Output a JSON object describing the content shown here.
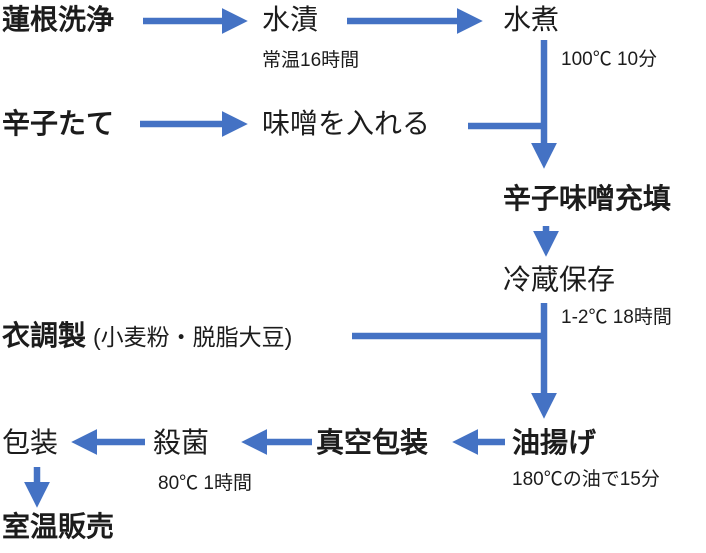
{
  "diagram": {
    "accent_color": "#4472C4",
    "nodes": {
      "renkon_senjo": {
        "label": "蓮根洗浄"
      },
      "mizuzuke": {
        "label": "水漬",
        "note": "常温16時間"
      },
      "suini": {
        "label": "水煮",
        "note": "100℃ 10分"
      },
      "karashitate": {
        "label": "辛子たて"
      },
      "miso_ireru": {
        "label": "味噌を入れる"
      },
      "karashi_miso_juten": {
        "label": "辛子味噌充填"
      },
      "reizo_hozon": {
        "label": "冷蔵保存",
        "note": "1-2℃ 18時間"
      },
      "koromo_chosei": {
        "label": "衣調製",
        "sublabel": "(小麦粉・脱脂大豆)"
      },
      "aburaage": {
        "label": "油揚げ",
        "note": "180℃の油で15分"
      },
      "shinku_hoso": {
        "label": "真空包装"
      },
      "sakkin": {
        "label": "殺菌",
        "note": "80℃ 1時間"
      },
      "hoso": {
        "label": "包装"
      },
      "shitsuon_hanbai": {
        "label": "室温販売"
      }
    },
    "edges": [
      {
        "from": "renkon_senjo",
        "to": "mizuzuke"
      },
      {
        "from": "mizuzuke",
        "to": "suini"
      },
      {
        "from": "suini",
        "to": "karashi_miso_juten"
      },
      {
        "from": "karashitate",
        "to": "miso_ireru"
      },
      {
        "from": "miso_ireru",
        "to": "karashi_miso_juten"
      },
      {
        "from": "karashi_miso_juten",
        "to": "reizo_hozon"
      },
      {
        "from": "reizo_hozon",
        "to": "aburaage"
      },
      {
        "from": "koromo_chosei",
        "to": "aburaage"
      },
      {
        "from": "aburaage",
        "to": "shinku_hoso"
      },
      {
        "from": "shinku_hoso",
        "to": "sakkin"
      },
      {
        "from": "sakkin",
        "to": "hoso"
      },
      {
        "from": "hoso",
        "to": "shitsuon_hanbai"
      }
    ]
  }
}
